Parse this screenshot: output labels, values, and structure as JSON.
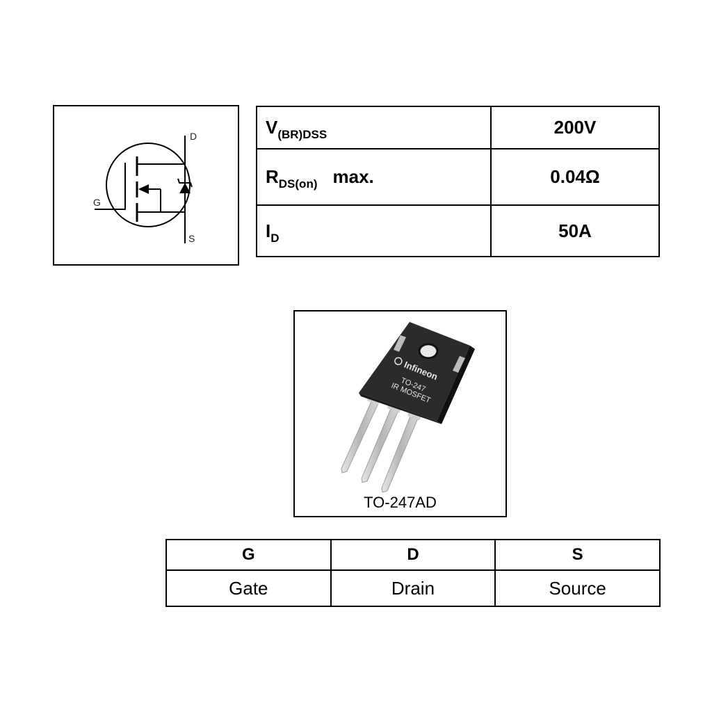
{
  "symbol": {
    "pin_d": "D",
    "pin_g": "G",
    "pin_s": "S"
  },
  "specs": [
    {
      "name_main": "V",
      "name_sub": "(BR)DSS",
      "name_suffix": "",
      "value": "200V"
    },
    {
      "name_main": "R",
      "name_sub": "DS(on)",
      "name_suffix": "max.",
      "value": "0.04Ω"
    },
    {
      "name_main": "I",
      "name_sub": "D",
      "name_suffix": "",
      "value": "50A"
    }
  ],
  "package": {
    "brand": "Infineon",
    "marking_line1": "TO-247",
    "marking_line2": "IR MOSFET",
    "caption": "TO-247AD"
  },
  "pins": {
    "headers": [
      "G",
      "D",
      "S"
    ],
    "names": [
      "Gate",
      "Drain",
      "Source"
    ]
  },
  "colors": {
    "package_body": "#2b2b2b",
    "leads": "#c8c8c8"
  }
}
